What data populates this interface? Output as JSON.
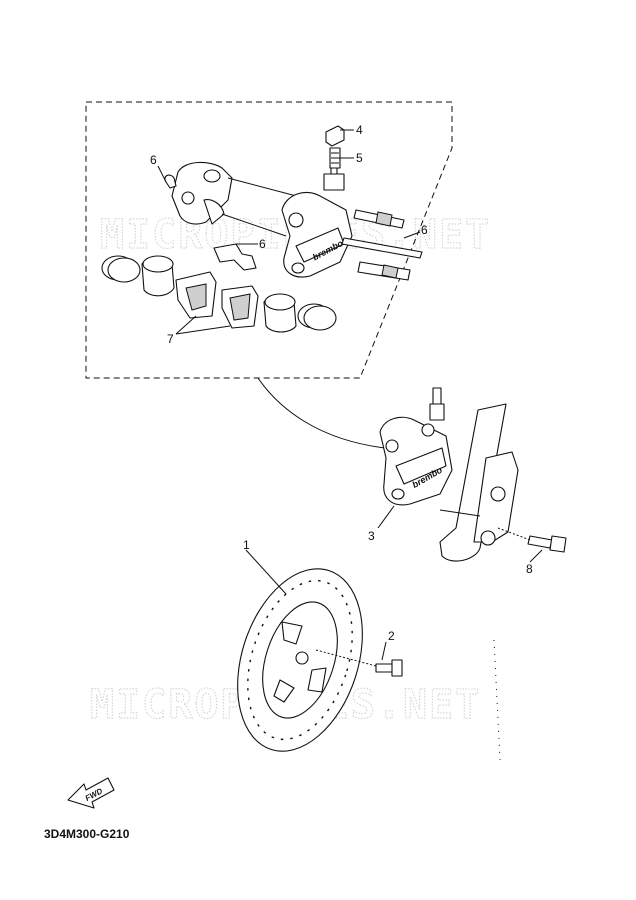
{
  "watermark": "MICROPIECES.NET",
  "brand_mark": "brembo",
  "fwd_label": "FWD",
  "diagram_code": "3D4M300-G210",
  "callouts": {
    "c1": "1",
    "c2": "2",
    "c3": "3",
    "c4": "4",
    "c5": "5",
    "c6a": "6",
    "c6b": "6",
    "c6c": "6",
    "c7": "7",
    "c8": "8"
  }
}
